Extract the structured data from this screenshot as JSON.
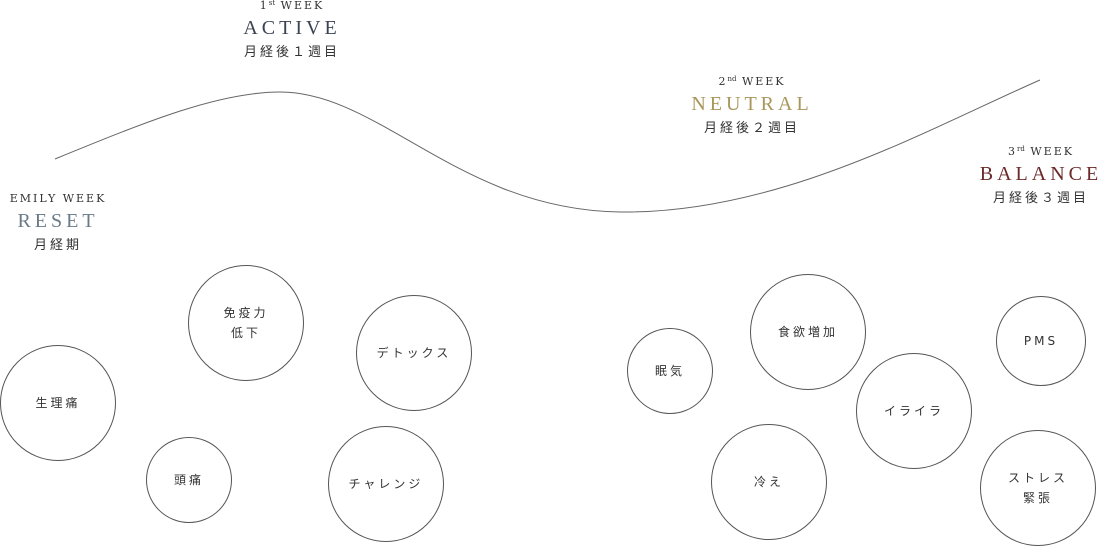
{
  "phases": {
    "emily": {
      "week_prefix": "EMILY WEEK",
      "name": "RESET",
      "jp": "月経期",
      "color": "#6b7a87"
    },
    "active": {
      "ordinal": "1",
      "ordinal_suffix": "st",
      "week_label": "WEEK",
      "name": "ACTIVE",
      "jp": "月経後１週目",
      "color": "#3a4452"
    },
    "neutral": {
      "ordinal": "2",
      "ordinal_suffix": "nd",
      "week_label": "WEEK",
      "name": "NEUTRAL",
      "jp": "月経後２週目",
      "color": "#a8965a"
    },
    "balance": {
      "ordinal": "3",
      "ordinal_suffix": "rd",
      "week_label": "WEEK",
      "name": "BALANCE",
      "jp": "月経後３週目",
      "color": "#6b2a2a"
    }
  },
  "symptoms": {
    "immunity": [
      "免疫力",
      "低下"
    ],
    "period_pain": "生理痛",
    "headache": "頭痛",
    "detox": "デトックス",
    "challenge": "チャレンジ",
    "sleepy": "眠気",
    "appetite": "食欲増加",
    "irritation": "イライラ",
    "chill": "冷え",
    "pms": "PMS",
    "stress": [
      "ストレス",
      "緊張"
    ]
  }
}
